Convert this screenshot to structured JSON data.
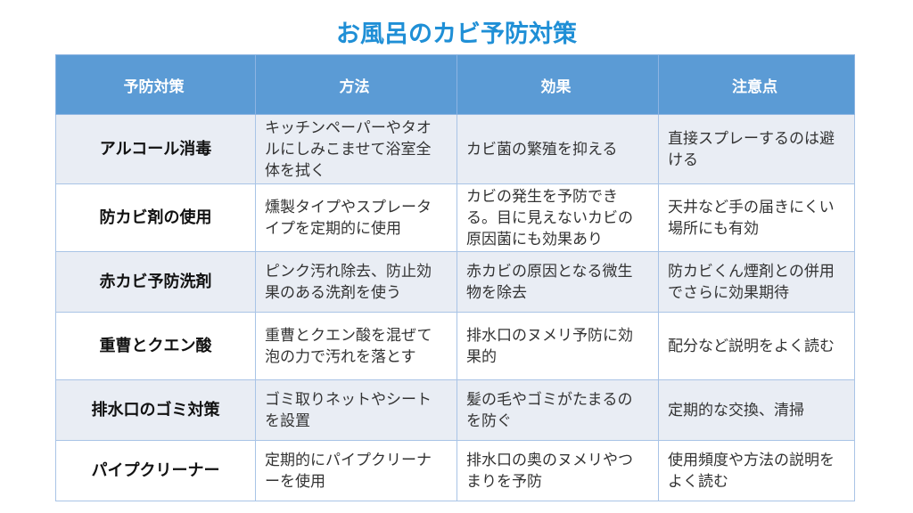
{
  "title": "お風呂のカビ予防対策",
  "headers": [
    "予防対策",
    "方法",
    "効果",
    "注意点"
  ],
  "rows": [
    {
      "name": "アルコール消毒",
      "method": "キッチンペーパーやタオルにしみこませて浴室全体を拭く",
      "effect": "カビ菌の繁殖を抑える",
      "note": "直接スプレーするのは避ける"
    },
    {
      "name": "防カビ剤の使用",
      "method": "燻製タイプやスプレータイプを定期的に使用",
      "effect": "カビの発生を予防できる。目に見えないカビの原因菌にも効果あり",
      "note": "天井など手の届きにくい場所にも有効"
    },
    {
      "name": "赤カビ予防洗剤",
      "method": "ピンク汚れ除去、防止効果のある洗剤を使う",
      "effect": "赤カビの原因となる微生物を除去",
      "note": "防カビくん煙剤との併用でさらに効果期待"
    },
    {
      "name": "重曹とクエン酸",
      "method": "重曹とクエン酸を混ぜて泡の力で汚れを落とす",
      "effect": "排水口のヌメリ予防に効果的",
      "note": "配分など説明をよく読む"
    },
    {
      "name": "排水口のゴミ対策",
      "method": "ゴミ取りネットやシートを設置",
      "effect": "髪の毛やゴミがたまるのを防ぐ",
      "note": "定期的な交換、清掃"
    },
    {
      "name": "パイプクリーナー",
      "method": "定期的にパイプクリーナーを使用",
      "effect": "排水口の奥のヌメリやつまりを予防",
      "note": "使用頻度や方法の説明をよく読む"
    }
  ]
}
